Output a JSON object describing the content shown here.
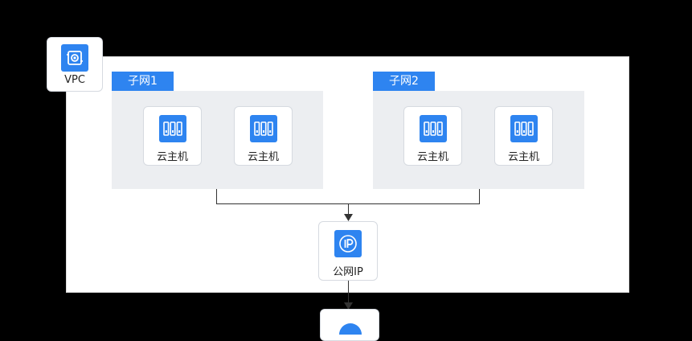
{
  "vpc": {
    "label": "VPC",
    "icon": "vpc-icon"
  },
  "subnets": [
    {
      "label": "子网1",
      "hosts": [
        {
          "label": "云主机",
          "icon": "server-icon"
        },
        {
          "label": "云主机",
          "icon": "server-icon"
        }
      ]
    },
    {
      "label": "子网2",
      "hosts": [
        {
          "label": "云主机",
          "icon": "server-icon"
        },
        {
          "label": "云主机",
          "icon": "server-icon"
        }
      ]
    }
  ],
  "public_ip": {
    "label": "公网IP",
    "icon": "ip-icon"
  },
  "colors": {
    "accent": "#2e84f0",
    "background": "#000000",
    "subnet_fill": "#eceef1"
  }
}
